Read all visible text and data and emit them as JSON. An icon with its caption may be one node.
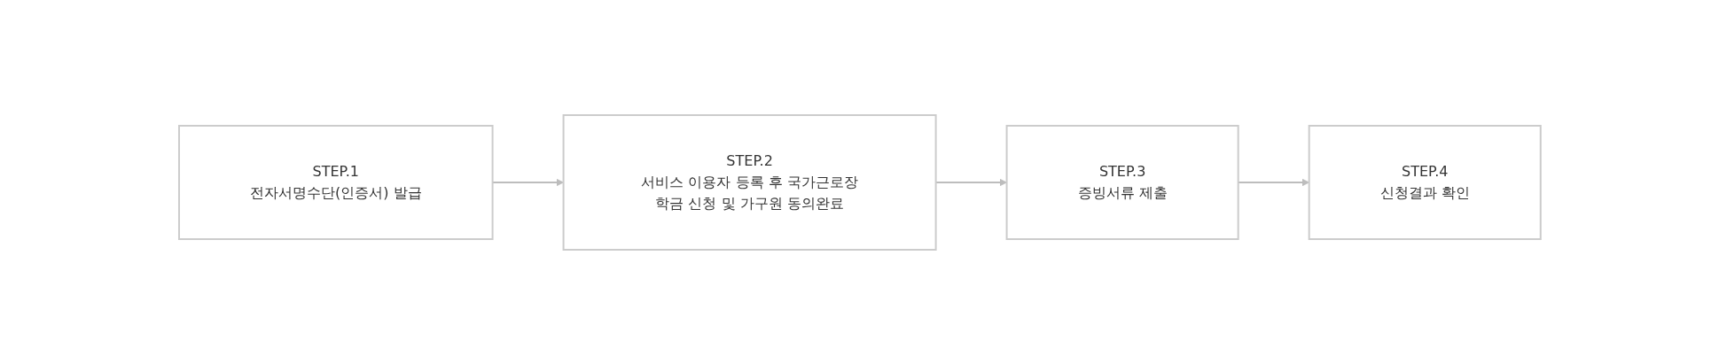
{
  "diagram": {
    "nodes": [
      {
        "text": [
          "STEP.1",
          "전자서명수단(인증서) 발급"
        ]
      },
      {
        "text": [
          "STEP.2",
          "서비스 이용자 등록 후 국가근로장학금 신청 및 가구원 동의완료"
        ]
      },
      {
        "text": [
          "STEP.3",
          "증빙서류 제출"
        ]
      },
      {
        "text": [
          "STEP.4",
          "신청결과 확인"
        ]
      }
    ],
    "edges": [
      {
        "from": 0,
        "to": 1,
        "arrow": "to"
      },
      {
        "from": 1,
        "to": 2,
        "arrow": "to"
      },
      {
        "from": 2,
        "to": 3,
        "arrow": "to"
      }
    ]
  }
}
